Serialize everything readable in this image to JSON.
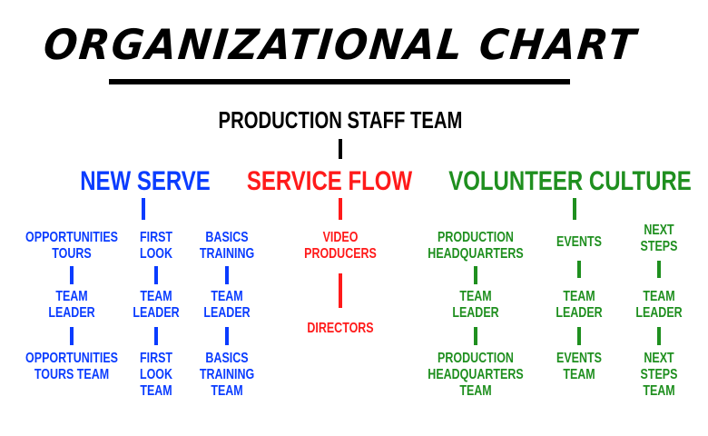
{
  "title": "ORGANIZATIONAL CHART",
  "root": "PRODUCTION STAFF TEAM",
  "colors": {
    "new_serve": "#0a3cff",
    "service_flow": "#ff1a1a",
    "volunteer_culture": "#1f8f1f"
  },
  "departments": [
    {
      "name": "NEW SERVE",
      "color": "blue",
      "columns": [
        [
          "OPPORTUNITIES\nTOURS",
          "TEAM\nLEADER",
          "OPPORTUNITIES\nTOURS TEAM"
        ],
        [
          "FIRST\nLOOK",
          "TEAM\nLEADER",
          "FIRST\nLOOK\nTEAM"
        ],
        [
          "BASICS\nTRAINING",
          "TEAM\nLEADER",
          "BASICS\nTRAINING\nTEAM"
        ]
      ]
    },
    {
      "name": "SERVICE FLOW",
      "color": "red",
      "columns": [
        [
          "VIDEO\nPRODUCERS",
          "DIRECTORS"
        ]
      ]
    },
    {
      "name": "VOLUNTEER CULTURE",
      "color": "green",
      "columns": [
        [
          "PRODUCTION\nHEADQUARTERS",
          "TEAM\nLEADER",
          "PRODUCTION\nHEADQUARTERS\nTEAM"
        ],
        [
          "EVENTS",
          "TEAM\nLEADER",
          "EVENTS\nTEAM"
        ],
        [
          "NEXT\nSTEPS",
          "TEAM\nLEADER",
          "NEXT\nSTEPS\nTEAM"
        ]
      ]
    }
  ]
}
